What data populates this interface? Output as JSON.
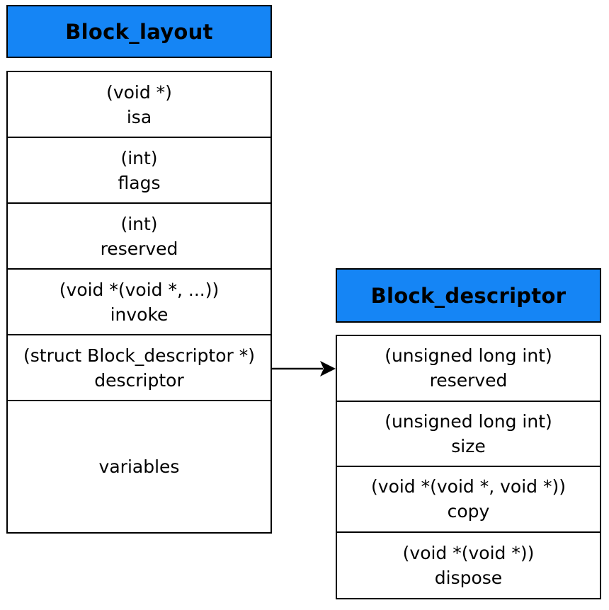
{
  "block_layout": {
    "title": "Block_layout",
    "fields": [
      {
        "type": "(void *)",
        "name": "isa"
      },
      {
        "type": "(int)",
        "name": "flags"
      },
      {
        "type": "(int)",
        "name": "reserved"
      },
      {
        "type": "(void *(void *, ...))",
        "name": "invoke"
      },
      {
        "type": "(struct Block_descriptor *)",
        "name": "descriptor"
      },
      {
        "type": "",
        "name": "variables"
      }
    ]
  },
  "block_descriptor": {
    "title": "Block_descriptor",
    "fields": [
      {
        "type": "(unsigned long int)",
        "name": "reserved"
      },
      {
        "type": "(unsigned long int)",
        "name": "size"
      },
      {
        "type": "(void *(void *, void *))",
        "name": "copy"
      },
      {
        "type": "(void *(void *))",
        "name": "dispose"
      }
    ]
  },
  "colors": {
    "header_fill": "#1585f5",
    "border": "#000000"
  }
}
